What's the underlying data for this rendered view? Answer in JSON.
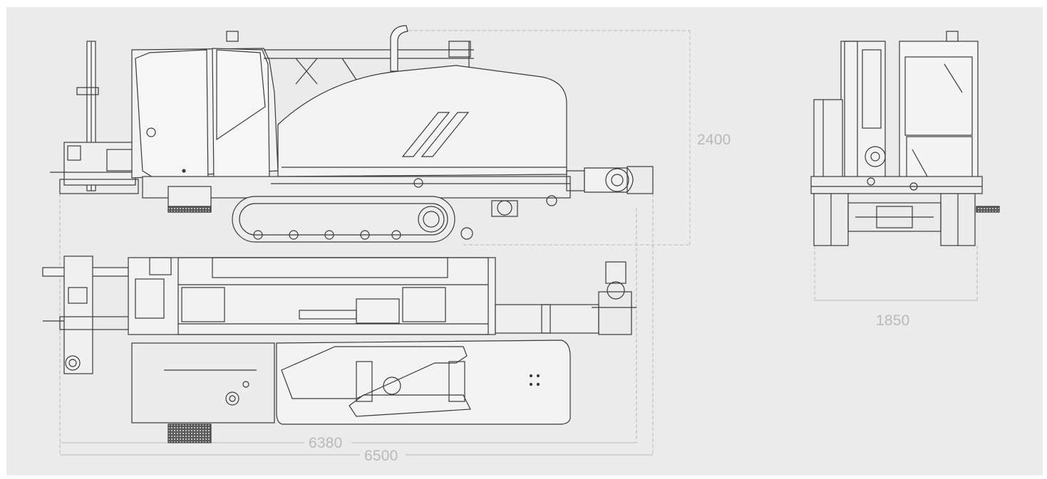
{
  "dimensions": {
    "height": "2400",
    "width": "1850",
    "length_inner": "6380",
    "length_outer": "6500"
  },
  "colors": {
    "background": "#ebebeb",
    "line": "#3a3a3a",
    "dimension": "#b9b9b9"
  }
}
